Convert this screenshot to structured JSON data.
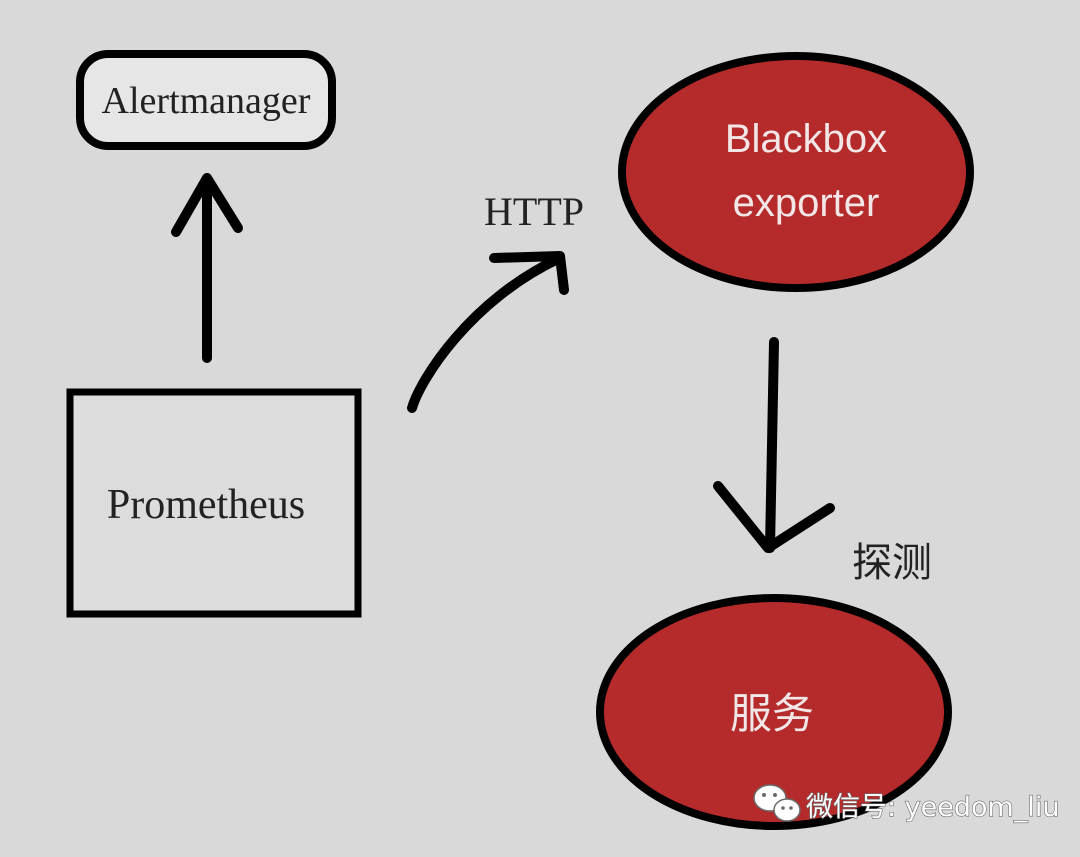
{
  "nodes": {
    "alertmanager": {
      "label": "Alertmanager"
    },
    "prometheus": {
      "label": "Prometheus"
    },
    "blackbox": {
      "label_line1": "Blackbox",
      "label_line2": "exporter"
    },
    "service": {
      "label": "服务"
    }
  },
  "edges": {
    "http": {
      "label": "HTTP"
    },
    "probe": {
      "label": "探测"
    }
  },
  "watermark": {
    "text": "微信号: yeedom_liu",
    "icon": "wechat-icon"
  },
  "colors": {
    "background": "#d9d9d9",
    "node_red": "#b52a2a",
    "stroke": "#000000"
  }
}
